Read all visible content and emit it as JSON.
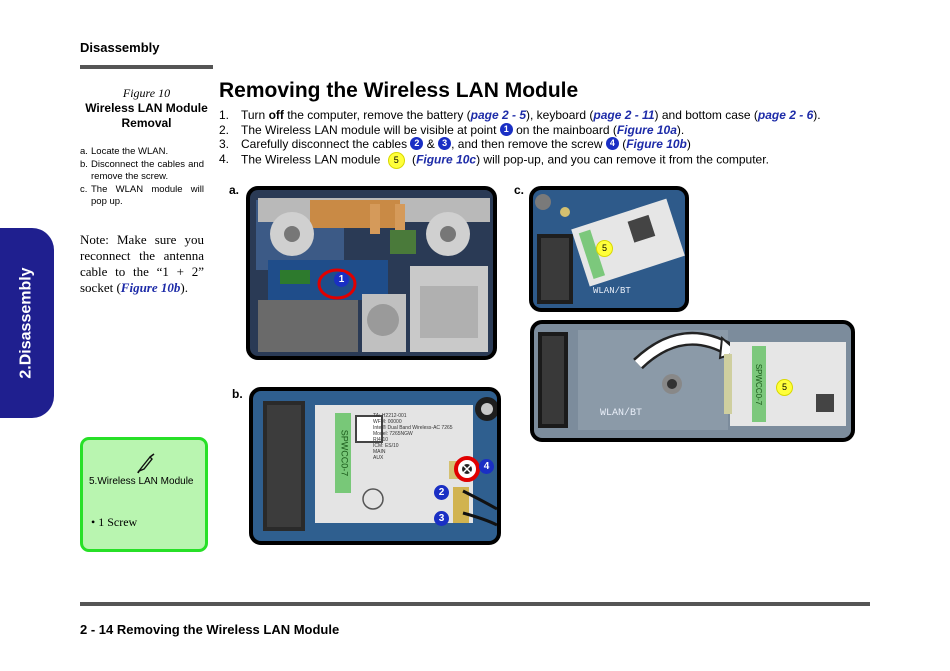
{
  "header": {
    "section": "Disassembly"
  },
  "side_tab": {
    "label": "2.Disassembly"
  },
  "figure": {
    "number": "Figure 10",
    "title": "Wireless LAN Module Removal"
  },
  "sub_steps": [
    {
      "letter": "a.",
      "text": "Locate the WLAN."
    },
    {
      "letter": "b.",
      "text": "Disconnect the cables and remove the screw."
    },
    {
      "letter": "c.",
      "text": "The WLAN module will pop up."
    }
  ],
  "note": {
    "text": "Note: Make sure you reconnect the antenna cable to the “1 + 2” socket (",
    "link": "Figure 10b",
    "end": ")."
  },
  "tool_box": {
    "icon": "screwdriver-icon",
    "title": "5.Wireless LAN Module",
    "item": "•   1 Screw"
  },
  "page": {
    "title": "Removing the Wireless LAN Module"
  },
  "steps": {
    "s1": {
      "num": "1.",
      "a": "Turn ",
      "b": "off",
      "c": " the computer, remove the battery (",
      "l1": "page 2 - 5",
      "d": "), keyboard (",
      "l2": "page 2 - 11",
      "e": ") and bottom case (",
      "l3": "page 2 - 6",
      "f": ")."
    },
    "s2": {
      "num": "2.",
      "a": "The Wireless LAN module will be visible at point ",
      "c1": "1",
      "b": " on the mainboard (",
      "l1": "Figure 10a",
      "c": ")."
    },
    "s3": {
      "num": "3.",
      "a": "Carefully disconnect the cables ",
      "c2": "2",
      "b": " & ",
      "c3": "3",
      "c": ", and then remove the screw ",
      "c4": "4",
      "d": " (",
      "l1": "Figure 10b",
      "e": ")"
    },
    "s4": {
      "num": "4.",
      "a": "The Wireless LAN module ",
      "c5": "5",
      "b": " (",
      "l1": "Figure 10c",
      "c": ") will pop-up, and you can remove it from the computer."
    }
  },
  "panels": {
    "a": {
      "label": "a.",
      "callout": "1"
    },
    "b": {
      "label": "b.",
      "callouts": [
        "2",
        "3",
        "4"
      ],
      "card_text": [
        "SPWCC0-7",
        "TA: H2212-001",
        "WFM: 00000",
        "Intel® Dual Band Wireless-AC 7265",
        "Model: 7265NGW",
        "RI4-10",
        "ICM: ES/10",
        "MAIN",
        "AUX"
      ]
    },
    "c": {
      "label": "c.",
      "callouts": [
        "5",
        "5"
      ],
      "board_text": "WLAN/BT",
      "card_text": "SPWCC0-7"
    }
  },
  "footer": {
    "text": "2  -  14  Removing the Wireless LAN Module"
  },
  "colors": {
    "link": "#1d2ba8",
    "tab": "#1f1f8f",
    "callout_blue": "#1a2fc4",
    "callout_yellow": "#ffff3a",
    "tool_box_fill": "#b9f5b0",
    "tool_box_border": "#27e027"
  }
}
